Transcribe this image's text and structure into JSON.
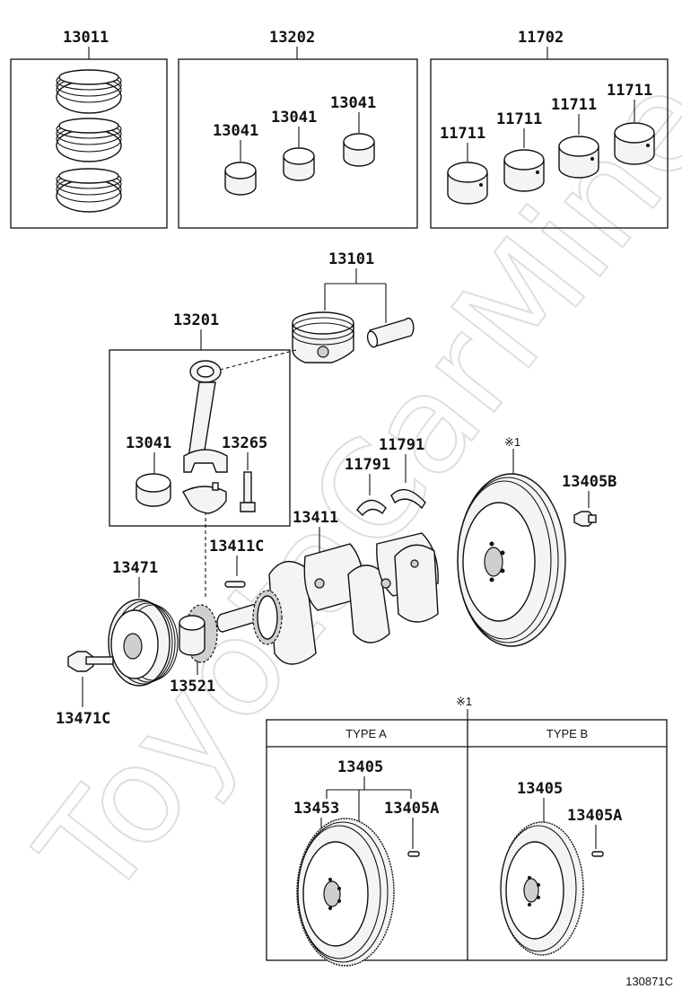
{
  "labels": {
    "piston_rings": "13011",
    "conrod_bearing_set": "13202",
    "bearing_13041_a": "13041",
    "bearing_13041_b": "13041",
    "bearing_13041_c": "13041",
    "main_bearing_set": "11702",
    "main_bearing_a": "11711",
    "main_bearing_b": "11711",
    "main_bearing_c": "11711",
    "main_bearing_d": "11711",
    "piston": "13101",
    "conrod": "13201",
    "conrod_bearing": "13041",
    "conrod_bolt": "13265",
    "thrust_washer_a": "11791",
    "thrust_washer_b": "11791",
    "flywheel_ref": "※1",
    "flywheel_bolt": "13405B",
    "crankshaft": "13411",
    "crank_key": "13411C",
    "pulley": "13471",
    "pulley_bolt": "13471C",
    "crank_gear": "13521",
    "types_ref": "※1",
    "type_a_header": "TYPE A",
    "type_b_header": "TYPE B",
    "type_a_flywheel": "13405",
    "type_a_ring_gear": "13453",
    "type_a_pin": "13405A",
    "type_b_flywheel": "13405",
    "type_b_pin": "13405A",
    "figure_code": "130871C"
  },
  "watermark": "ToyotaCarMine.ru"
}
